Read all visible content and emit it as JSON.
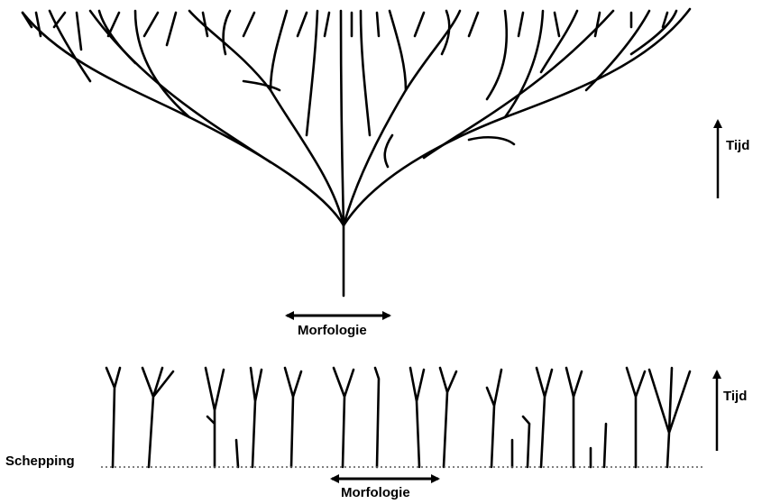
{
  "top": {
    "morphology_label": "Morfologie",
    "time_label": "Tijd"
  },
  "bottom": {
    "morphology_label": "Morfologie",
    "time_label": "Tijd",
    "baseline_label": "Schepping"
  }
}
